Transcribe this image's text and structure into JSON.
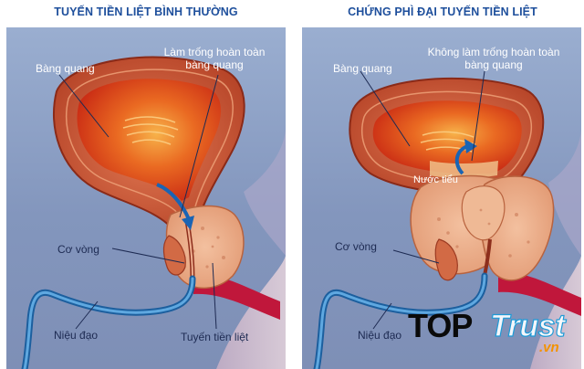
{
  "colors": {
    "title": "#1e4f9c",
    "background": "#8fa2c6",
    "bladder_wall": "#c1563a",
    "bladder_inner": "#d8411a",
    "prostate": "#e6a27e",
    "urethra": "#2e7bc0",
    "label_text": "#1d2a52"
  },
  "panels": {
    "left": {
      "title": "TUYẾN TIỀN LIỆT BÌNH THƯỜNG",
      "labels": {
        "bladder": "Bàng quang",
        "empty_line1": "Làm trống hoàn toàn",
        "empty_line2": "bàng quang",
        "sphincter": "Cơ vòng",
        "urethra": "Niệu đạo",
        "prostate": "Tuyến tiền liệt"
      }
    },
    "right": {
      "title": "CHỨNG PHÌ ĐẠI TUYẾN TIỀN LIỆT",
      "labels": {
        "bladder": "Bàng quang",
        "not_empty_line1": "Không làm trống hoàn toàn",
        "not_empty_line2": "bàng quang",
        "urine": "Nước tiểu",
        "sphincter": "Cơ vòng",
        "urethra": "Niệu đạo"
      }
    }
  },
  "watermark": {
    "top": "TOP",
    "trust": "Trust",
    "vn": ".vn"
  }
}
